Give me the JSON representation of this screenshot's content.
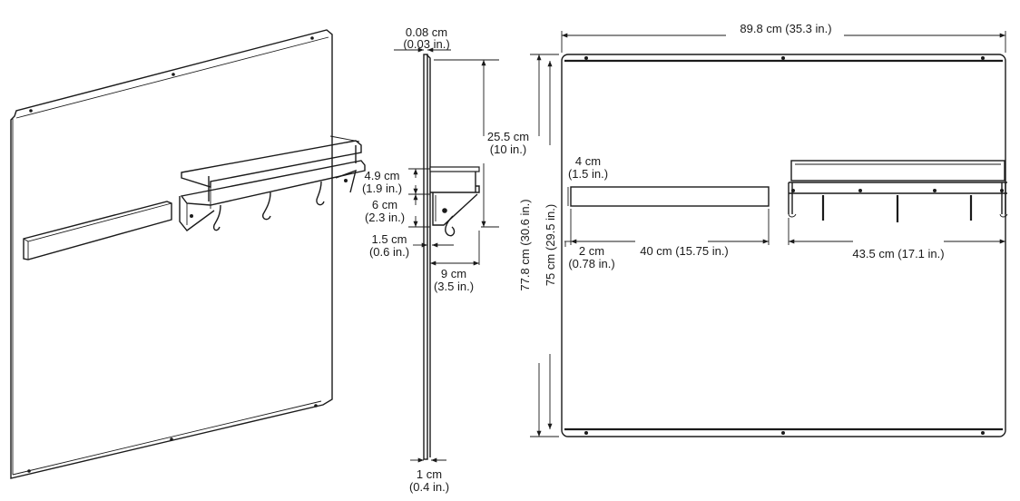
{
  "front": {
    "width": "89.8 cm (35.3 in.)",
    "height_outer_cm": "77.8 cm",
    "height_outer_in": "(30.6 in.)",
    "height_inner_cm": "75 cm",
    "height_inner_in": "(29.5 in.)",
    "bar_height_cm": "4 cm",
    "bar_height_in": "(1.5 in.)",
    "bar_offset_cm": "2 cm",
    "bar_offset_in": "(0.78 in.)",
    "bar_length": "40 cm (15.75 in.)",
    "shelf_length": "43.5 cm (17.1 in.)"
  },
  "side": {
    "panel_thickness_cm": "0.08 cm",
    "panel_thickness_in": "(0.03 in.)",
    "shelf_height_cm": "25.5 cm",
    "shelf_height_in": "(10 in.)",
    "rail_height_cm": "4.9 cm",
    "rail_height_in": "(1.9 in.)",
    "bracket_height_cm": "6 cm",
    "bracket_height_in": "(2.3 in.)",
    "bar_depth_cm": "1.5 cm",
    "bar_depth_in": "(0.6 in.)",
    "shelf_depth_cm": "9 cm",
    "shelf_depth_in": "(3.5 in.)",
    "standoff_cm": "1 cm",
    "standoff_in": "(0.4 in.)"
  }
}
